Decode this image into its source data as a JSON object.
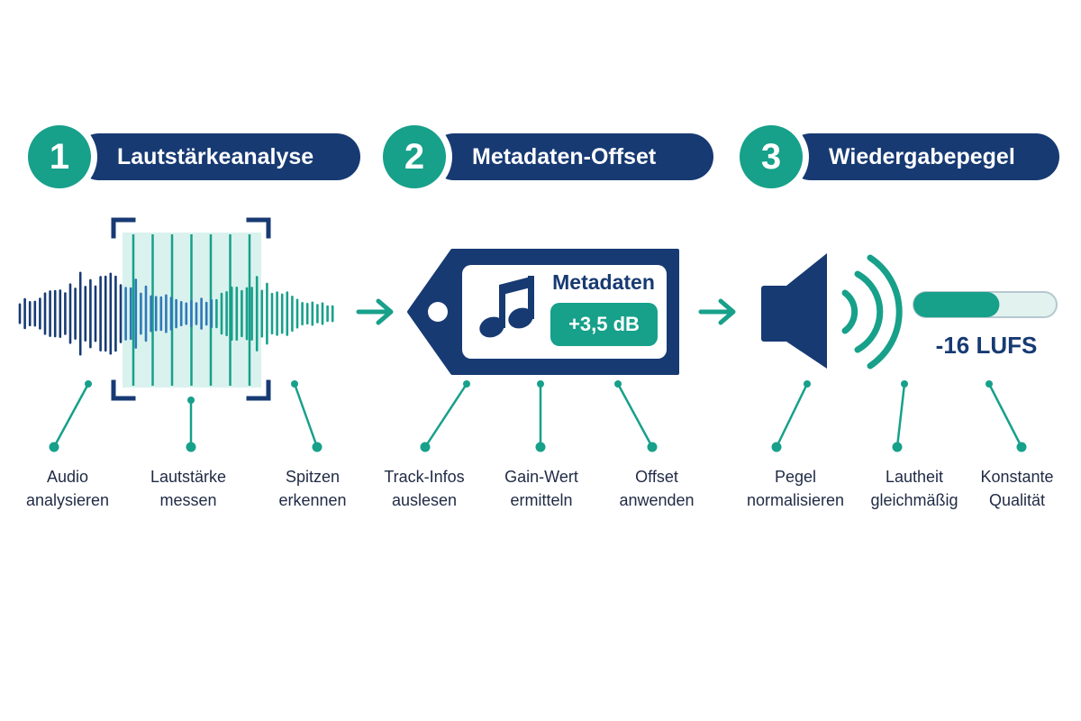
{
  "steps": [
    {
      "number": "1",
      "title": "Lautstärkeanalyse"
    },
    {
      "number": "2",
      "title": "Metadaten-Offset"
    },
    {
      "number": "3",
      "title": "Wiedergabepegel"
    }
  ],
  "tag": {
    "title": "Metadaten",
    "value": "+3,5 dB"
  },
  "level": {
    "value": "-16 LUFS",
    "fill_fraction": 0.6
  },
  "labels": [
    {
      "line1": "Audio",
      "line2": "analysieren"
    },
    {
      "line1": "Lautstärke",
      "line2": "messen"
    },
    {
      "line1": "Spitzen",
      "line2": "erkennen"
    },
    {
      "line1": "Track-Infos",
      "line2": "auslesen"
    },
    {
      "line1": "Gain-Wert",
      "line2": "ermitteln"
    },
    {
      "line1": "Offset",
      "line2": "anwenden"
    },
    {
      "line1": "Pegel",
      "line2": "normalisieren"
    },
    {
      "line1": "Lautheit",
      "line2": "gleichmäßig"
    },
    {
      "line1": "Konstante",
      "line2": "Qualität"
    }
  ],
  "colors": {
    "navy": "#173a73",
    "teal": "#17a08a",
    "mid_blue": "#2f78b8",
    "light_teal": "#cdeee8",
    "text": "#1f2a44"
  },
  "icons": [
    "waveform-icon",
    "scan-bracket-icon",
    "arrow-right-icon",
    "tag-icon",
    "music-note-icon",
    "speaker-icon",
    "sound-wave-icon",
    "level-bar-icon"
  ]
}
